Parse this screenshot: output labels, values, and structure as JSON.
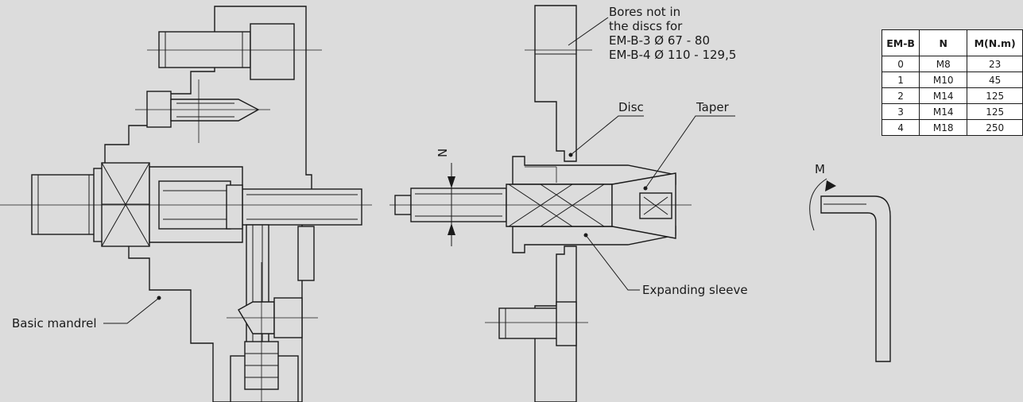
{
  "labels": {
    "bores_line1": "Bores not in",
    "bores_line2": "the discs for",
    "bores_line3": "EM-B-3 Ø 67 - 80",
    "bores_line4": "EM-B-4 Ø 110 - 129,5",
    "disc": "Disc",
    "taper": "Taper",
    "expanding_sleeve": "Expanding sleeve",
    "basic_mandrel": "Basic mandrel",
    "dim_n": "N",
    "torque_m": "M"
  },
  "table": {
    "headers": [
      "EM-B",
      "N",
      "M(N.m)"
    ],
    "rows": [
      [
        "0",
        "M8",
        "23"
      ],
      [
        "1",
        "M10",
        "45"
      ],
      [
        "2",
        "M14",
        "125"
      ],
      [
        "3",
        "M14",
        "125"
      ],
      [
        "4",
        "M18",
        "250"
      ]
    ]
  },
  "colors": {
    "background": "#dcdcdc",
    "ink": "#1a1a1a",
    "table_bg": "#ffffff"
  }
}
